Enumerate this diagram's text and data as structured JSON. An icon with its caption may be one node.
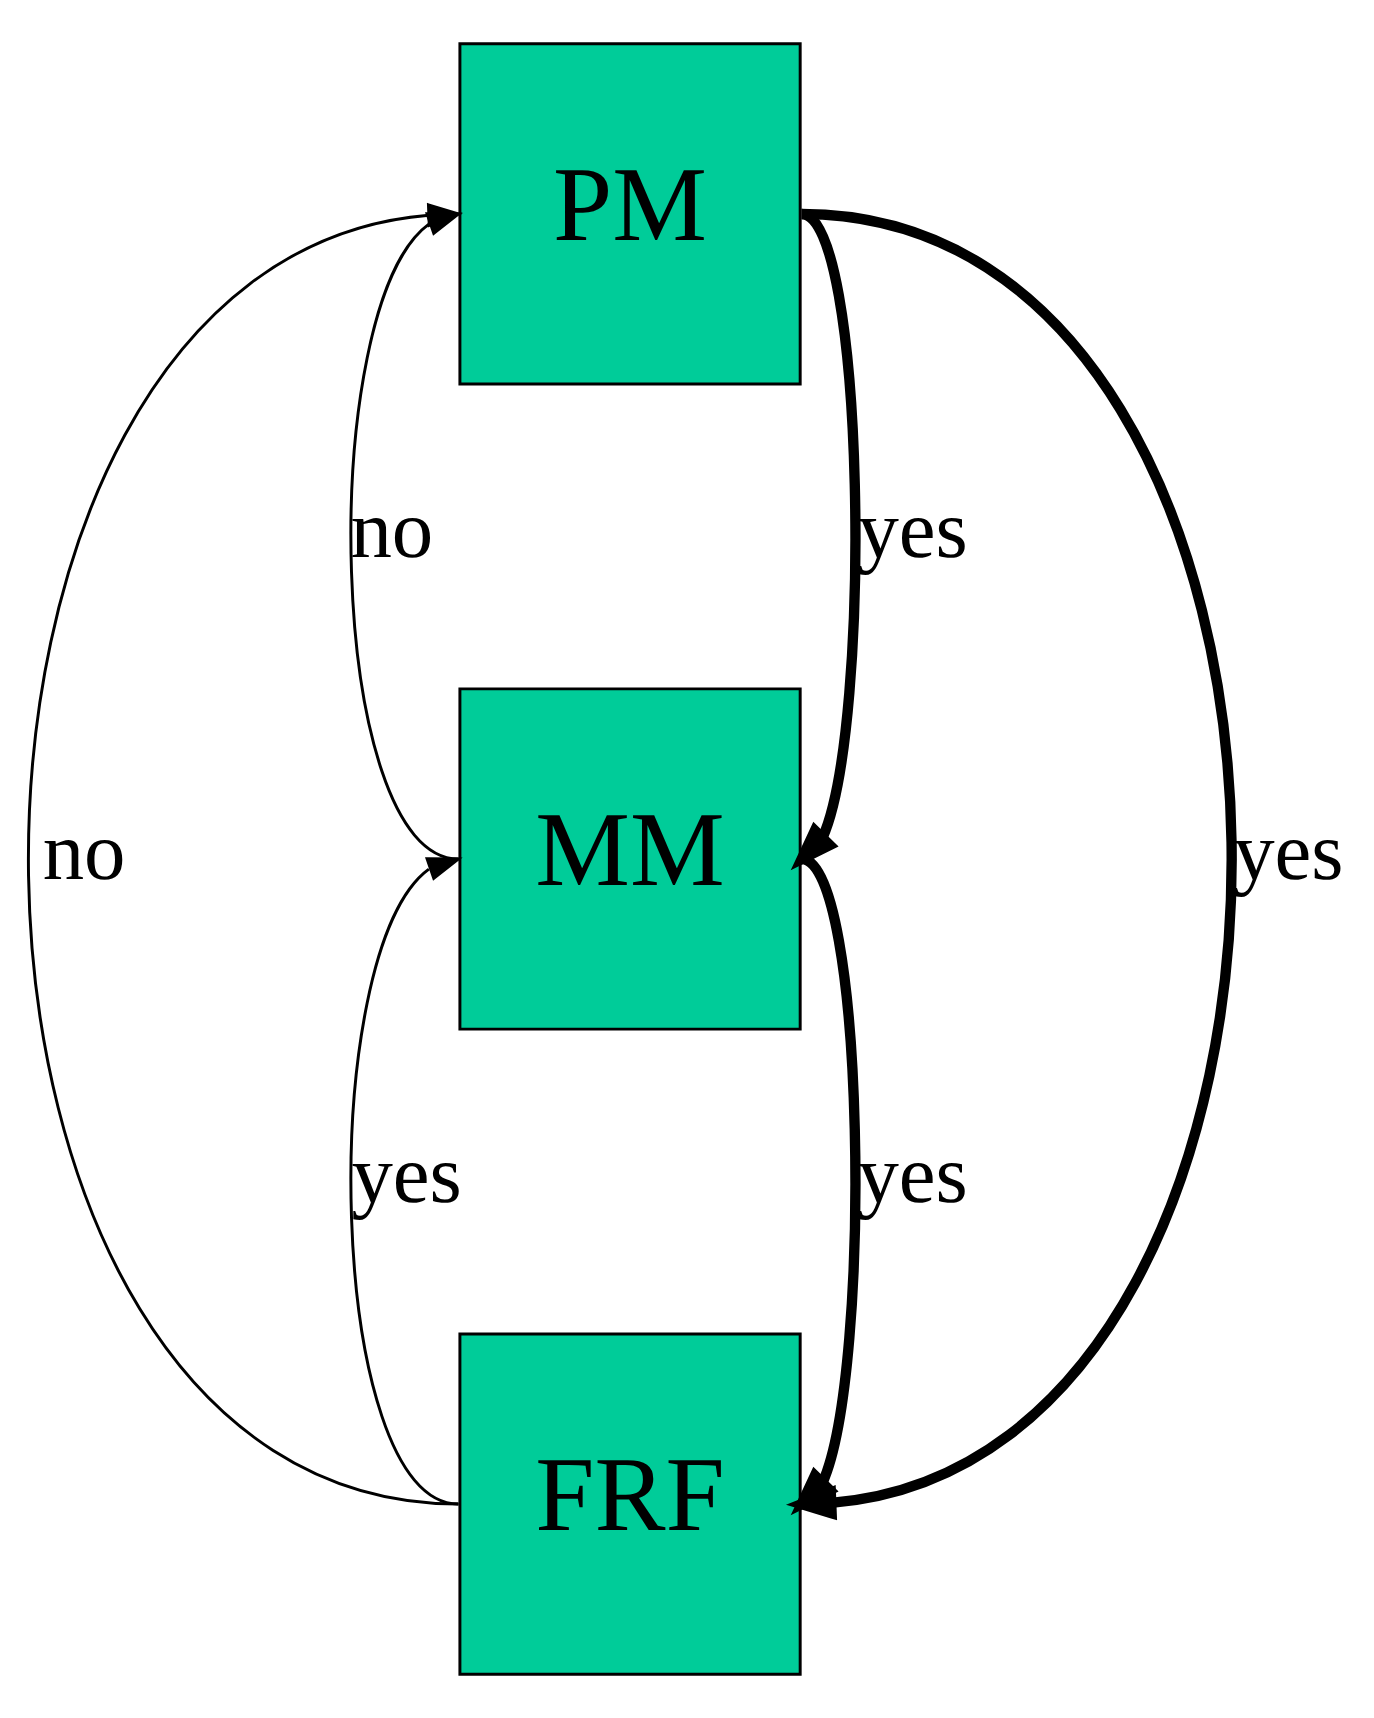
{
  "diagram": {
    "nodes": [
      {
        "text": [
          "PM"
        ]
      },
      {
        "text": [
          "MM"
        ]
      },
      {
        "text": [
          "FRF"
        ]
      }
    ],
    "edges": [
      {
        "from": 0,
        "to": 1,
        "arrow": "to",
        "label": "yes",
        "style": "thick"
      },
      {
        "from": 0,
        "to": 2,
        "arrow": "to",
        "label": "yes",
        "style": "thick"
      },
      {
        "from": 1,
        "to": 2,
        "arrow": "to",
        "label": "yes",
        "style": "thick"
      },
      {
        "from": 1,
        "to": 0,
        "arrow": "to",
        "label": "no"
      },
      {
        "from": 2,
        "to": 0,
        "arrow": "to",
        "label": "no"
      },
      {
        "from": 2,
        "to": 1,
        "arrow": "to",
        "label": "yes"
      }
    ]
  }
}
